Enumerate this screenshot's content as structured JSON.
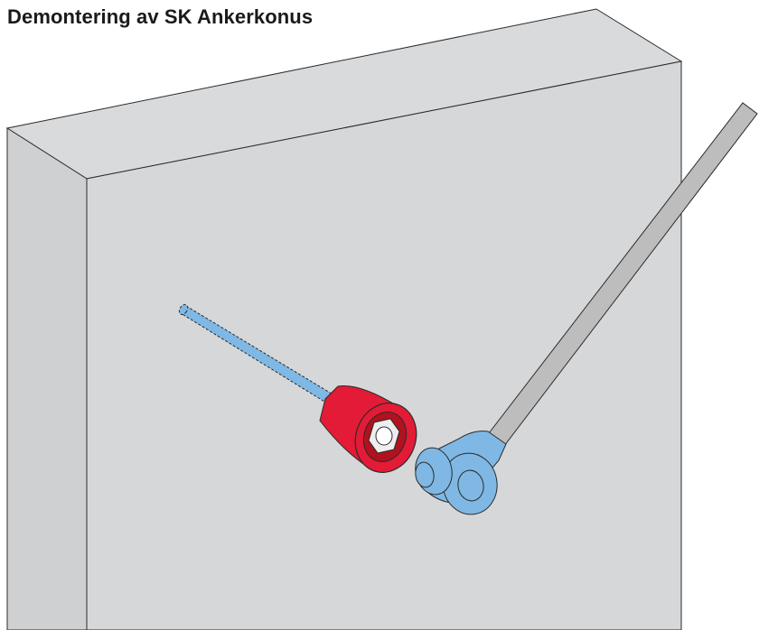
{
  "title": "Demontering av SK Ankerkonus",
  "colors": {
    "wall_front": "#d6d7d9",
    "wall_top": "#d9dadc",
    "wall_side": "#cfd0d2",
    "outline": "#2b2b2b",
    "anchor_rod": "#7fb8e4",
    "cone": "#e31b36",
    "cone_dark": "#b0121f",
    "tool_head": "#7fb8e4",
    "tool_handle": "#bdbdbd",
    "nut": "#eeeeee"
  },
  "parts": {
    "wall": "concrete-wall",
    "rod": "anchor-rod",
    "cone": "anker-konus",
    "nut": "nut",
    "tool": "dismantling-tool"
  }
}
